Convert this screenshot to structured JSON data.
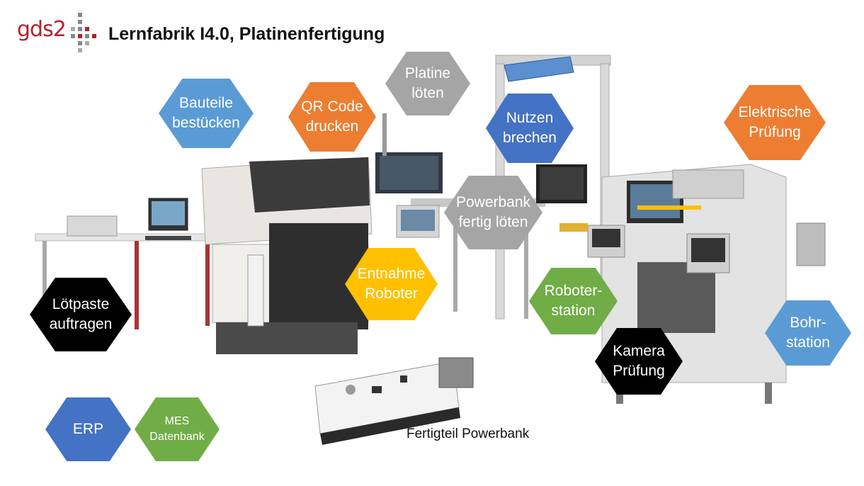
{
  "header": {
    "logo_text": "gds2",
    "title": "Lernfabrik I4.0, Platinenfertigung"
  },
  "stations": [
    {
      "id": "bauteile",
      "label": "Bauteile\nbestücken",
      "color": "#5b9bd5"
    },
    {
      "id": "qr",
      "label": "QR Code\ndrucken",
      "color": "#ed7d31"
    },
    {
      "id": "platine",
      "label": "Platine\nlöten",
      "color": "#a5a5a5"
    },
    {
      "id": "nutzen",
      "label": "Nutzen\nbrechen",
      "color": "#4472c4"
    },
    {
      "id": "elektrisch",
      "label": "Elektrische\nPrüfung",
      "color": "#ed7d31"
    },
    {
      "id": "powerbank",
      "label": "Powerbank\nfertig löten",
      "color": "#a5a5a5"
    },
    {
      "id": "entnahme",
      "label": "Entnahme\nRoboter",
      "color": "#ffc000"
    },
    {
      "id": "lotpaste",
      "label": "Lötpaste\nauftragen",
      "color": "#000000"
    },
    {
      "id": "roboter",
      "label": "Roboter-\nstation",
      "color": "#70ad47"
    },
    {
      "id": "kamera",
      "label": "Kamera\nPrüfung",
      "color": "#000000"
    },
    {
      "id": "bohr",
      "label": "Bohr-\nstation",
      "color": "#5b9bd5"
    },
    {
      "id": "erp",
      "label": "ERP",
      "color": "#4472c4"
    },
    {
      "id": "mes",
      "label": "MES\nDatenbank",
      "color": "#70ad47"
    }
  ],
  "product_caption": "Fertigteil Powerbank"
}
